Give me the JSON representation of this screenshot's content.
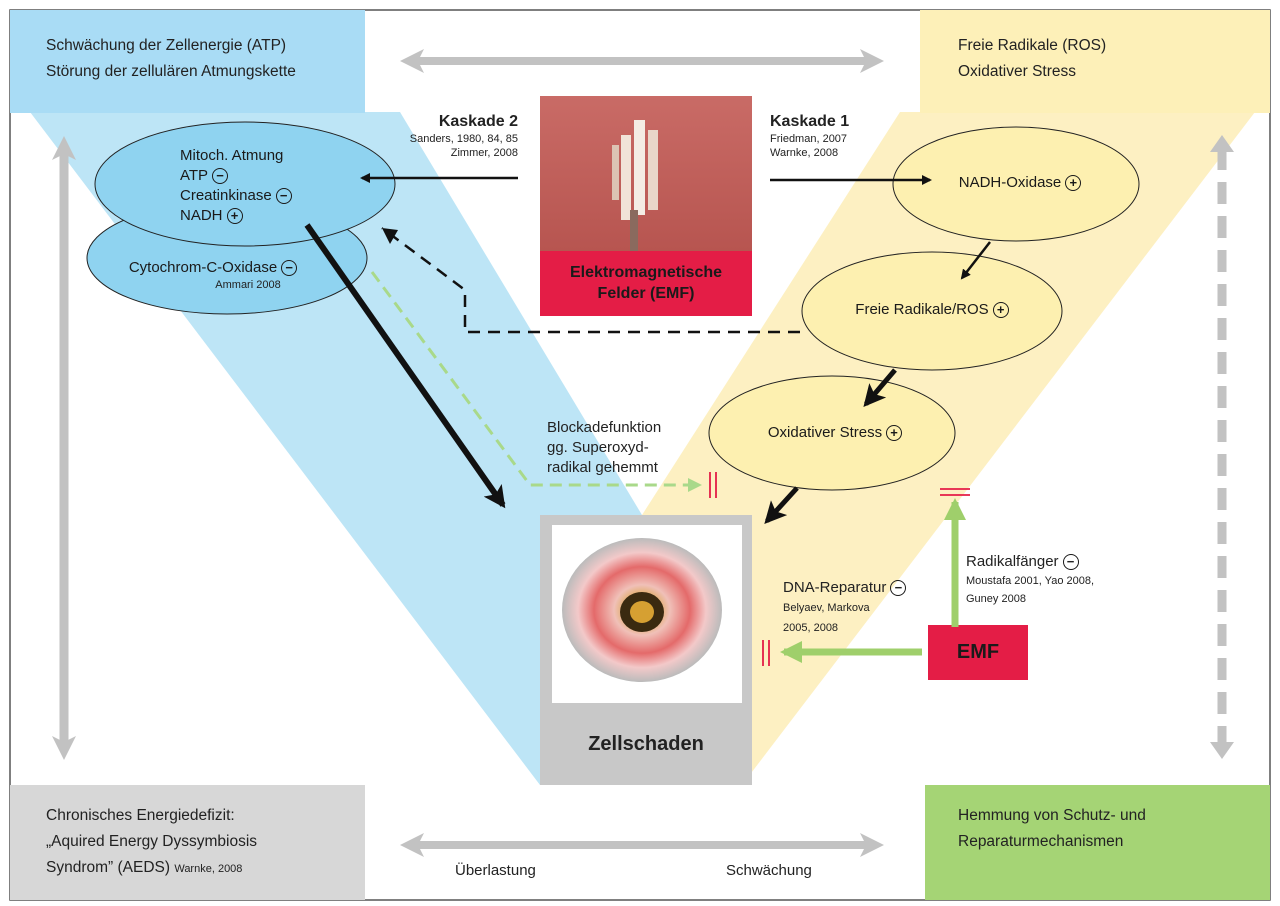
{
  "corners": {
    "top_left": [
      "Schwächung der Zellenergie (ATP)",
      "Störung der zellulären Atmungskette"
    ],
    "top_right": [
      "Freie Radikale (ROS)",
      "Oxidativer Stress"
    ],
    "bottom_left": [
      "Chronisches Energiedefizit:",
      "„Aquired Energy Dyssymbiosis",
      "Syndrom” (AEDS)"
    ],
    "bottom_left_ref": "Warnke, 2008",
    "bottom_right": [
      "Hemmung von Schutz- und",
      "Reparaturmechanismen"
    ]
  },
  "center": {
    "emf_box": [
      "Elektromagnetische",
      "Felder (EMF)"
    ],
    "zellschaden": "Zellschaden",
    "emf_small": "EMF"
  },
  "cascade2": {
    "title": "Kaskade 2",
    "refs": [
      "Sanders, 1980, 84, 85",
      "Zimmer, 2008"
    ]
  },
  "cascade1": {
    "title": "Kaskade 1",
    "refs": [
      "Friedman, 2007",
      "Warnke, 2008"
    ]
  },
  "left_ellipse": {
    "lines": [
      "Mitoch. Atmung",
      "ATP",
      "Creatinkinase",
      "NADH"
    ],
    "signs": [
      "−",
      "−",
      "+"
    ],
    "cyto": "Cytochrom-C-Oxidase",
    "cyto_ref": "Ammari 2008"
  },
  "right_ellipses": {
    "nadh": "NADH-Oxidase",
    "radikale": "Freie Radikale/ROS",
    "stress": "Oxidativer Stress",
    "sign_plus": "+"
  },
  "blockade": [
    "Blockadefunktion",
    "gg. Superoxyd-",
    "radikal gehemmt"
  ],
  "dna": {
    "title": "DNA-Reparatur",
    "refs": [
      "Belyaev, Markova",
      "2005, 2008"
    ]
  },
  "radikalfaenger": {
    "title": "Radikalfänger",
    "refs": [
      "Moustafa 2001, Yao 2008,",
      "Guney 2008"
    ]
  },
  "bottom_arrow": {
    "left": "Überlastung",
    "right": "Schwächung"
  },
  "colors": {
    "blue": "#bde5f6",
    "blue_ellipse": "#8fd3f0",
    "yellow": "#fdf0c2",
    "yellow_ellipse": "#fdf0b0",
    "red": "#e41d46",
    "green": "#9fcf6b",
    "gray": "#d4d4d4",
    "gray_arrow": "#c2c2c2",
    "light_green_dash": "#a9d98a"
  },
  "icons": [
    "cell-tower-photo",
    "cell-photo"
  ]
}
